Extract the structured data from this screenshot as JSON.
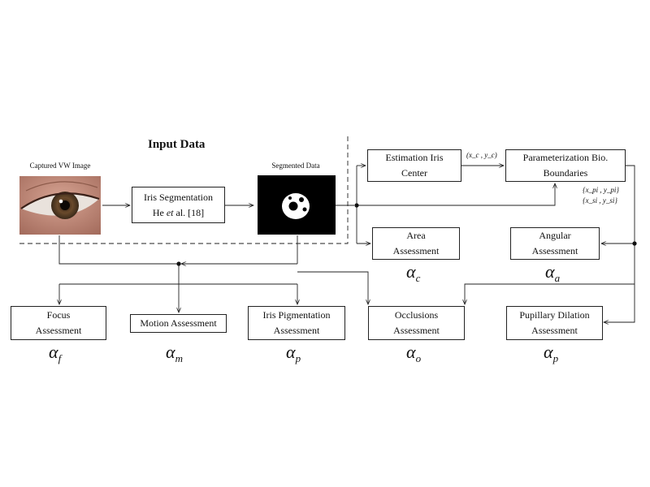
{
  "input_section": {
    "title": "Input Data",
    "captured_label": "Captured VW Image",
    "segmented_label": "Segmented Data"
  },
  "segmentation_box": {
    "line1": "Iris Segmentation",
    "line2_pre": "He ",
    "line2_em": "et",
    "line2_post": " al. [18]"
  },
  "estimation_box": {
    "line1": "Estimation Iris",
    "line2": "Center"
  },
  "param_box": {
    "line1": "Parameterization Bio.",
    "line2": "Boundaries"
  },
  "center_coords": "(x_c , y_c)",
  "boundary_coords": {
    "pupil": "{x_pi , y_pi}",
    "sclera": "{x_si , y_si}"
  },
  "assessments": {
    "area": {
      "line1": "Area",
      "line2": "Assessment",
      "symbol": "α",
      "sub": "c"
    },
    "angular": {
      "line1": "Angular",
      "line2": "Assessment",
      "symbol": "α",
      "sub": "a"
    },
    "focus": {
      "line1": "Focus",
      "line2": "Assessment",
      "symbol": "α",
      "sub": "f"
    },
    "motion": {
      "line1": "Motion Assessment",
      "symbol": "α",
      "sub": "m"
    },
    "pigmentation": {
      "line1": "Iris Pigmentation",
      "line2": "Assessment",
      "symbol": "α",
      "sub": "p"
    },
    "occlusions": {
      "line1": "Occlusions",
      "line2": "Assessment",
      "symbol": "α",
      "sub": "o"
    },
    "dilation": {
      "line1": "Pupillary Dilation",
      "line2": "Assessment",
      "symbol": "α",
      "sub": "p"
    }
  }
}
